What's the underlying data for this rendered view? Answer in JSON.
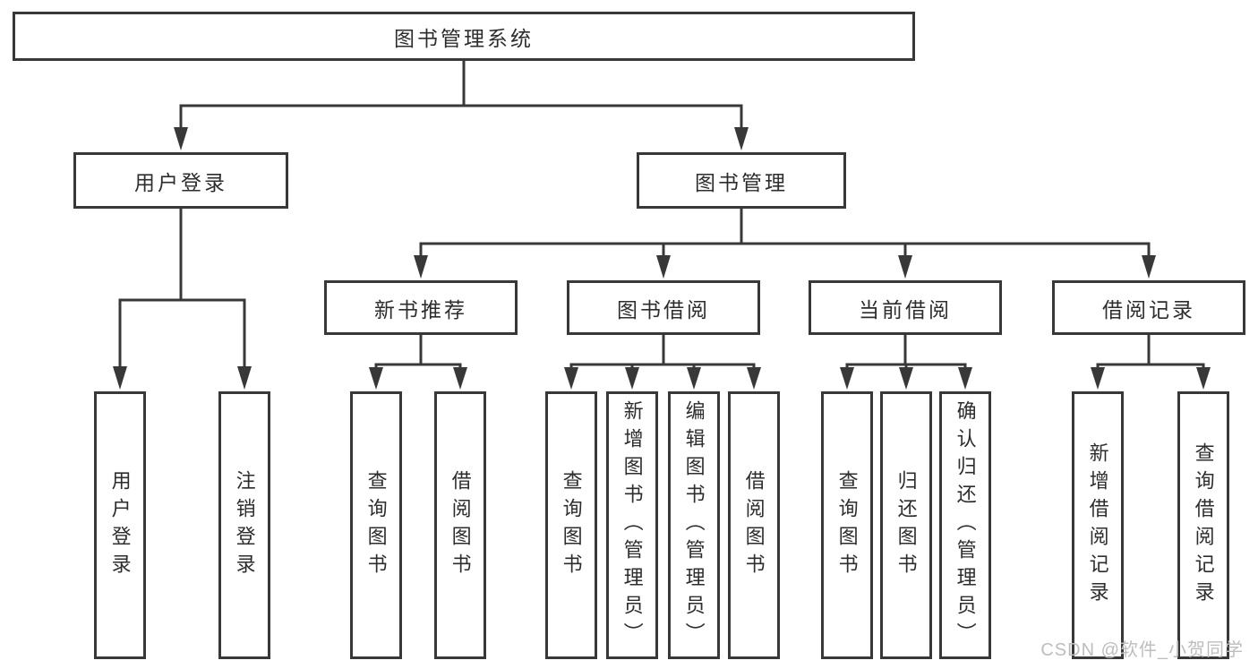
{
  "tree": {
    "label": "图书管理系统",
    "children": [
      {
        "label": "用户登录",
        "children": [
          {
            "label": "用户登录"
          },
          {
            "label": "注销登录"
          }
        ]
      },
      {
        "label": "图书管理",
        "children": [
          {
            "label": "新书推荐",
            "children": [
              {
                "label": "查询图书"
              },
              {
                "label": "借阅图书"
              }
            ]
          },
          {
            "label": "图书借阅",
            "children": [
              {
                "label": "查询图书"
              },
              {
                "label": "新增图书（管理员）"
              },
              {
                "label": "编辑图书（管理员）"
              },
              {
                "label": "借阅图书"
              }
            ]
          },
          {
            "label": "当前借阅",
            "children": [
              {
                "label": "查询图书"
              },
              {
                "label": "归还图书"
              },
              {
                "label": "确认归还（管理员）"
              }
            ]
          },
          {
            "label": "借阅记录",
            "children": [
              {
                "label": "新增借阅记录"
              },
              {
                "label": "查询借阅记录"
              }
            ]
          }
        ]
      }
    ]
  },
  "watermark": "CSDN @软件_小贺同学",
  "colors": {
    "line": "#383838",
    "text": "#2d2d2d",
    "background": "#ffffff",
    "watermark": "#bdbdbd"
  }
}
